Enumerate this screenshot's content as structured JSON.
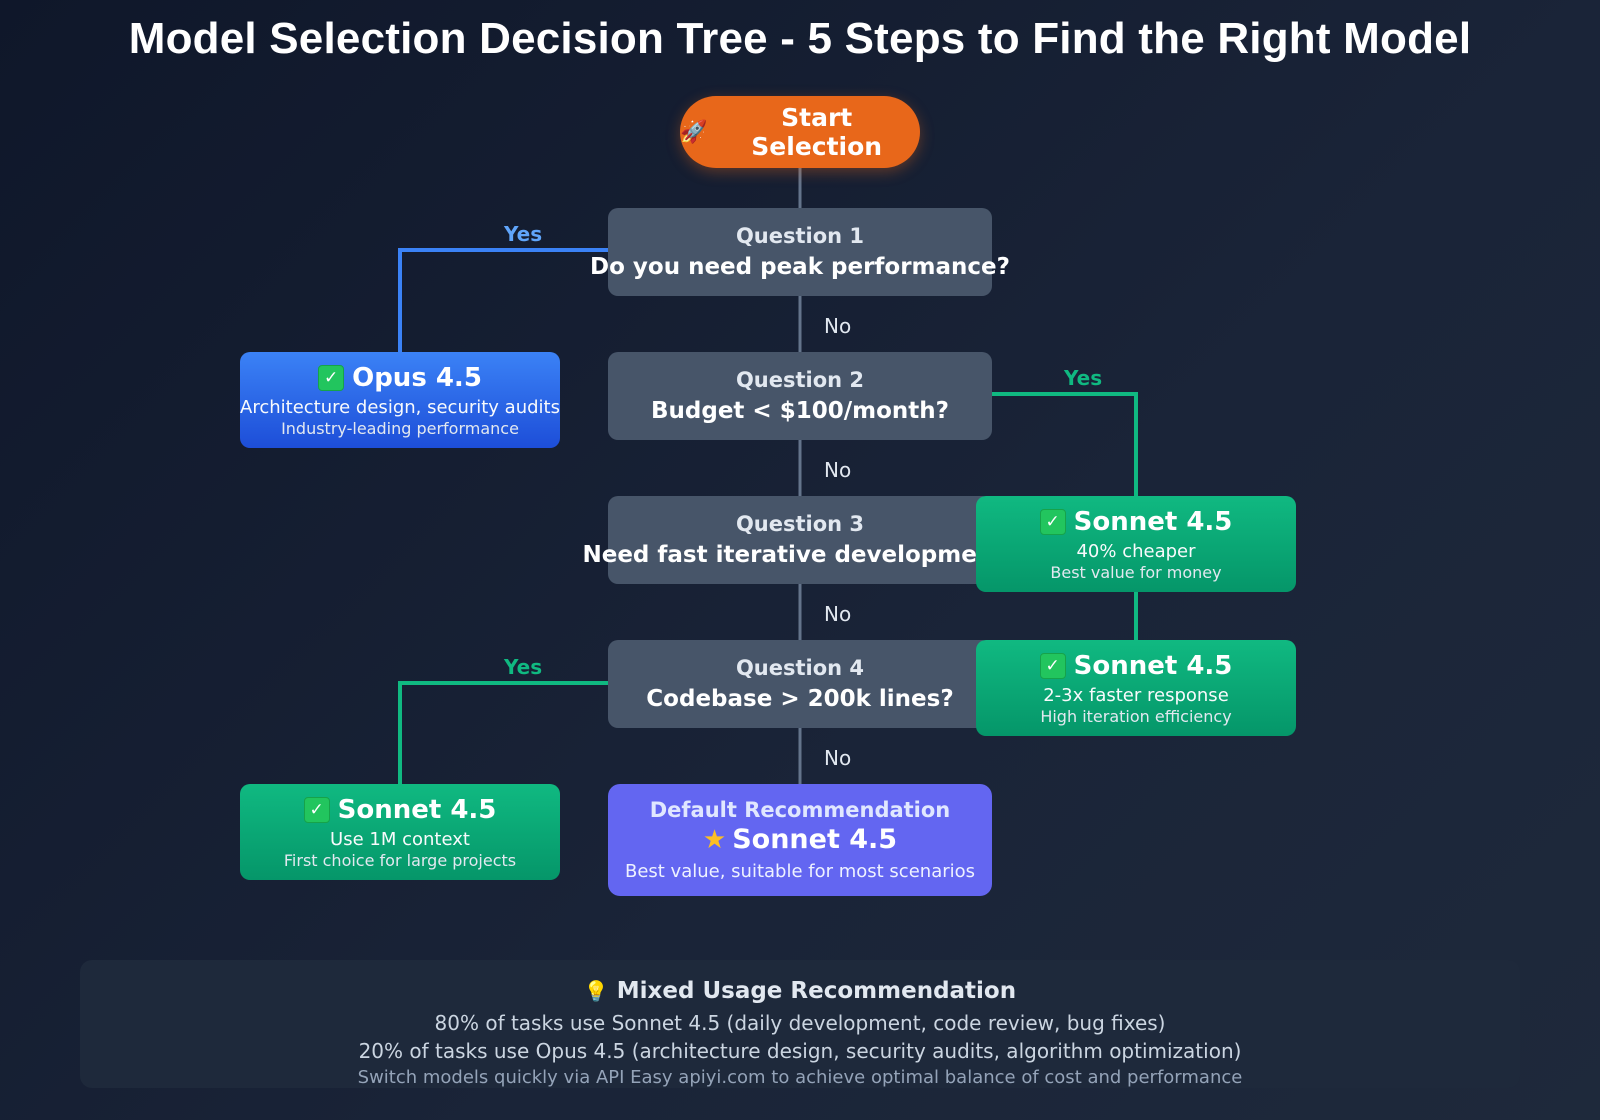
{
  "title": "Model Selection Decision Tree - 5 Steps to Find the Right Model",
  "colors": {
    "start": "#e8671a",
    "question": "#475569",
    "opus": "#2563eb",
    "sonnet": "#10b981",
    "default": "#6366f1",
    "yes_blue": "#3b82f6",
    "yes_green": "#10b981",
    "connector": "#64748b"
  },
  "start": {
    "icon": "rocket-icon",
    "icon_glyph": "🚀",
    "label": "Start Selection"
  },
  "questions": [
    {
      "label": "Question 1",
      "text": "Do you need peak performance?"
    },
    {
      "label": "Question 2",
      "text": "Budget < $100/month?"
    },
    {
      "label": "Question 3",
      "text": "Need fast iterative development?"
    },
    {
      "label": "Question 4",
      "text": "Codebase > 200k lines?"
    }
  ],
  "edge_labels": {
    "yes": "Yes",
    "no": "No"
  },
  "results": [
    {
      "title": "Opus 4.5",
      "desc": "Architecture design, security audits",
      "note": "Industry-leading performance"
    },
    {
      "title": "Sonnet 4.5",
      "desc": "40% cheaper",
      "note": "Best value for money"
    },
    {
      "title": "Sonnet 4.5",
      "desc": "2-3x faster response",
      "note": "High iteration efficiency"
    },
    {
      "title": "Sonnet 4.5",
      "desc": "Use 1M context",
      "note": "First choice for large projects"
    }
  ],
  "check_glyph": "✓",
  "default": {
    "label": "Default Recommendation",
    "star_glyph": "★",
    "title": "Sonnet 4.5",
    "desc": "Best value, suitable for most scenarios"
  },
  "footer": {
    "icon": "lightbulb-icon",
    "icon_glyph": "💡",
    "title": "Mixed Usage Recommendation",
    "line1": "80% of tasks use Sonnet 4.5 (daily development, code review, bug fixes)",
    "line2": "20% of tasks use Opus 4.5 (architecture design, security audits, algorithm optimization)",
    "note": "Switch models quickly via API Easy apiyi.com to achieve optimal balance of cost and performance"
  }
}
